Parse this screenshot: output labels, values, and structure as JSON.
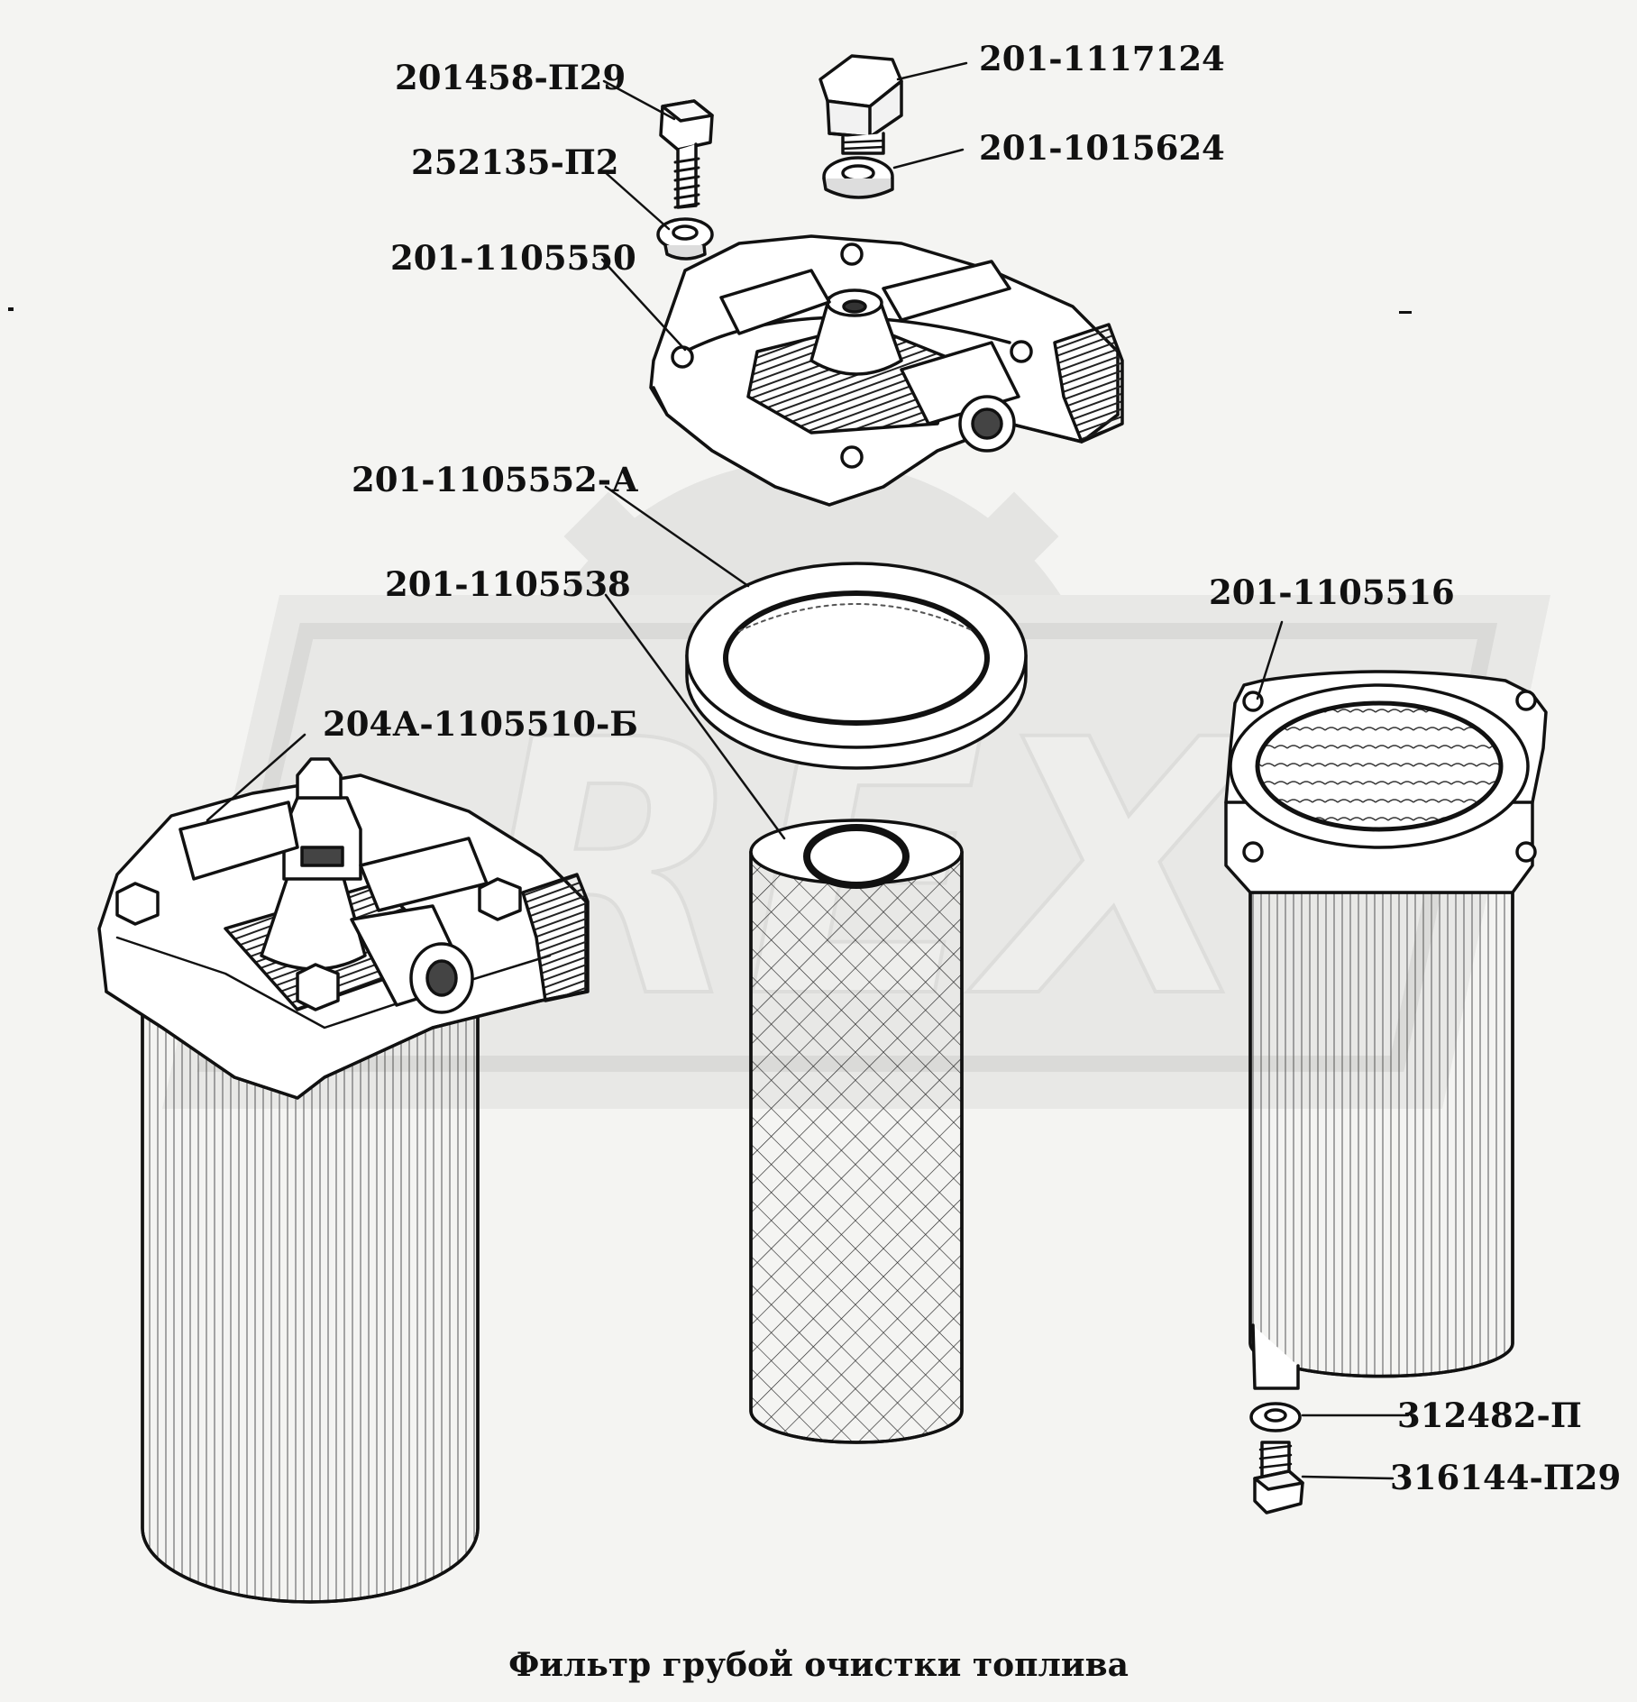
{
  "caption": "Фильтр грубой очистки топлива",
  "watermark": "REX",
  "parts": [
    {
      "id": "p1",
      "label": "201458-П29"
    },
    {
      "id": "p2",
      "label": "252135-П2"
    },
    {
      "id": "p3",
      "label": "201-1117124"
    },
    {
      "id": "p4",
      "label": "201-1015624"
    },
    {
      "id": "p5",
      "label": "201-1105550"
    },
    {
      "id": "p6",
      "label": "201-1105552-А"
    },
    {
      "id": "p7",
      "label": "201-1105538"
    },
    {
      "id": "p8",
      "label": "201-1105516"
    },
    {
      "id": "p9",
      "label": "204А-1105510-Б"
    },
    {
      "id": "p10",
      "label": "312482-П"
    },
    {
      "id": "p11",
      "label": "316144-П29"
    }
  ]
}
